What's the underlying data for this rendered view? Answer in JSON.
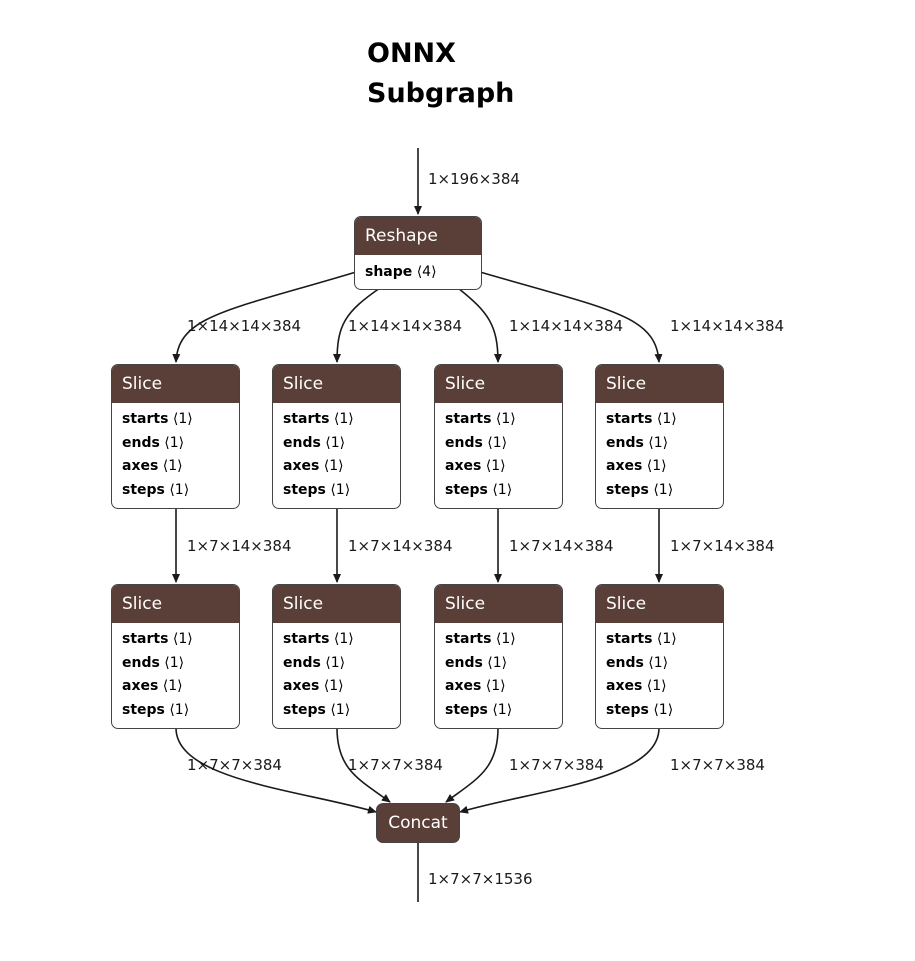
{
  "title": {
    "line1": "ONNX",
    "line2": "Subgraph"
  },
  "colors": {
    "node_header": "#5a3f38",
    "edge": "#1a1a1a"
  },
  "edges": {
    "input": "1×196×384",
    "reshape_out": [
      "1×14×14×384",
      "1×14×14×384",
      "1×14×14×384",
      "1×14×14×384"
    ],
    "slice1_out": [
      "1×7×14×384",
      "1×7×14×384",
      "1×7×14×384",
      "1×7×14×384"
    ],
    "slice2_out": [
      "1×7×7×384",
      "1×7×7×384",
      "1×7×7×384",
      "1×7×7×384"
    ],
    "output": "1×7×7×1536"
  },
  "reshape": {
    "name": "Reshape",
    "attr_key": "shape",
    "attr_val": "⟨4⟩"
  },
  "slice": {
    "name": "Slice",
    "attrs": [
      {
        "key": "starts",
        "val": "⟨1⟩"
      },
      {
        "key": "ends",
        "val": "⟨1⟩"
      },
      {
        "key": "axes",
        "val": "⟨1⟩"
      },
      {
        "key": "steps",
        "val": "⟨1⟩"
      }
    ]
  },
  "concat": {
    "name": "Concat"
  }
}
